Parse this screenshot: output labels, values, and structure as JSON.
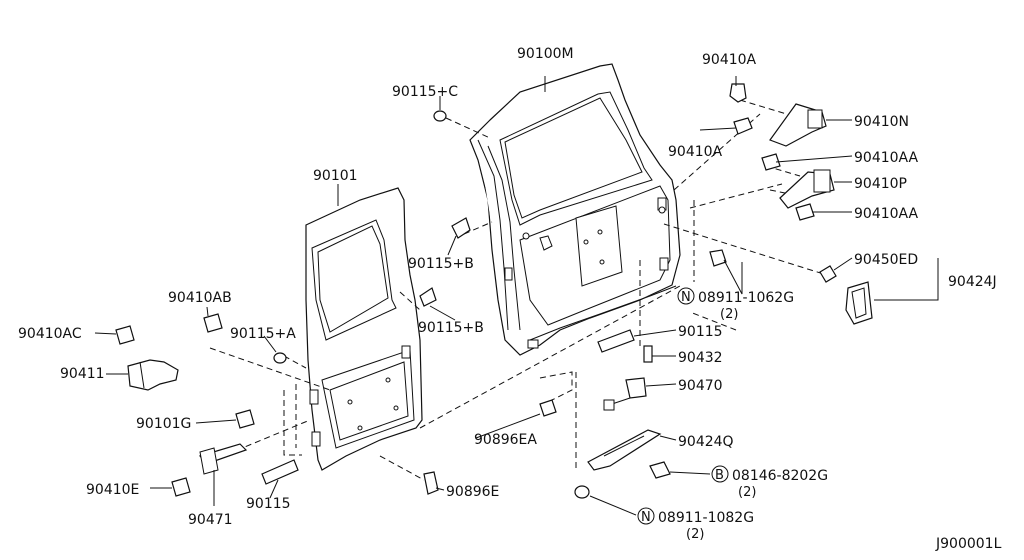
{
  "diagram_id": "J900001L",
  "parts": {
    "p90100M": "90100M",
    "p90101": "90101",
    "p90410A_top": "90410A",
    "p90410A_mid": "90410A",
    "p90410N": "90410N",
    "p90410AA_top": "90410AA",
    "p90410AA_bot": "90410AA",
    "p90410P": "90410P",
    "p90115C": "90115+C",
    "p90115B_left": "90115+B",
    "p90115B_right": "90115+B",
    "p90115A": "90115+A",
    "p90410AB": "90410AB",
    "p90410AC": "90410AC",
    "p90411": "90411",
    "p90101G": "90101G",
    "p90410E": "90410E",
    "p90471": "90471",
    "p90115_left": "90115",
    "p90896E": "90896E",
    "p90896EA": "90896EA",
    "p90450ED": "90450ED",
    "p90424J": "90424J",
    "p08911_1062G": "08911-1062G",
    "p08911_1062G_qty": "(2)",
    "p90115_right": "90115",
    "p90432": "90432",
    "p90470": "90470",
    "p90424Q": "90424Q",
    "p08146_8202G": "08146-8202G",
    "p08146_8202G_qty": "(2)",
    "p08911_1082G": "08911-1082G",
    "p08911_1082G_qty": "(2)"
  },
  "badges": {
    "n1": "N",
    "b1": "B",
    "n2": "N"
  }
}
